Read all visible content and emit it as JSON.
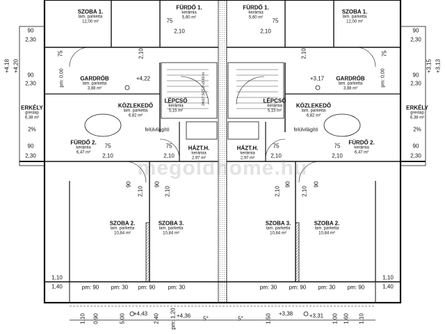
{
  "rooms": [
    {
      "id": "szoba1-l",
      "name": "SZOBA 1.",
      "mat": "lam. parketta",
      "area": "12,00 m²"
    },
    {
      "id": "furdo1-l",
      "name": "FÜRDŐ 1.",
      "mat": "kerámia",
      "area": "5,60 m²"
    },
    {
      "id": "furdo1-r",
      "name": "FÜRDŐ 1.",
      "mat": "kerámia",
      "area": "5,60 m²"
    },
    {
      "id": "szoba1-r",
      "name": "SZOBA 1.",
      "mat": "lam. parketta",
      "area": "12,00 m²"
    },
    {
      "id": "gardrob-l",
      "name": "GARDRÓB",
      "mat": "lam. parketta",
      "area": "3,88 m²"
    },
    {
      "id": "gardrob-r",
      "name": "GARDRÓB",
      "mat": "lam. parketta",
      "area": "3,88 m²"
    },
    {
      "id": "lepcso-l",
      "name": "LÉPCSŐ",
      "mat": "kerámia",
      "area": "5,15 m²"
    },
    {
      "id": "lepcso-r",
      "name": "LÉPCSŐ",
      "mat": "kerámia",
      "area": "5,15 m²"
    },
    {
      "id": "kozlek-l",
      "name": "KÖZLEKEDŐ",
      "mat": "lam. parketta",
      "area": "6,82 m²"
    },
    {
      "id": "kozlek-r",
      "name": "KÖZLEKEDŐ",
      "mat": "lam. parketta",
      "area": "6,82 m²"
    },
    {
      "id": "erkely-l",
      "name": "ERKÉLY",
      "mat": "greslap",
      "area": "6,38 m²"
    },
    {
      "id": "erkely-r",
      "name": "ERKÉLY",
      "mat": "greslap",
      "area": "6,38 m²"
    },
    {
      "id": "furdo2-l",
      "name": "FÜRDŐ 2.",
      "mat": "kerámia",
      "area": "6,47 m²"
    },
    {
      "id": "furdo2-r",
      "name": "FÜRDŐ 2.",
      "mat": "kerámia",
      "area": "6,47 m²"
    },
    {
      "id": "haztar-l",
      "name": "HÁZT.H.",
      "mat": "kerámia",
      "area": "2,97 m²"
    },
    {
      "id": "haztar-r",
      "name": "HÁZT.H.",
      "mat": "kerámia",
      "area": "2,97 m²"
    },
    {
      "id": "szoba2-l",
      "name": "SZOBA 2.",
      "mat": "lam. parketta",
      "area": "10,84 m²"
    },
    {
      "id": "szoba3-l",
      "name": "SZOBA 3.",
      "mat": "lam. parketta",
      "area": "10,84 m²"
    },
    {
      "id": "szoba3-r",
      "name": "SZOBA 3.",
      "mat": "lam. parketta",
      "area": "10,84 m²"
    },
    {
      "id": "szoba2-r",
      "name": "SZOBA 2.",
      "mat": "lam. parketta",
      "area": "10,84 m²"
    }
  ],
  "dims": [
    "90",
    "2,30",
    "75",
    "2,10",
    "pm: 0,00",
    "1,10",
    "1,40",
    "pm: 90",
    "pm: 30",
    "5,00",
    "2,40",
    "pm: 1,20",
    "1,50",
    "1,00",
    "1,60",
    "0,90",
    "5°"
  ],
  "levels": [
    "+4,18",
    "+4,20",
    "+4,22",
    "+3,17",
    "+3,15",
    "+3,13",
    "+4,43",
    "+4,36",
    "+3,38",
    "+3,31"
  ],
  "notes": {
    "skylight": "felülvilágító",
    "slope": "2%",
    "stair": "24x17,5/27,0 x3,60 m",
    "watermark": "megoldhome.hu"
  }
}
